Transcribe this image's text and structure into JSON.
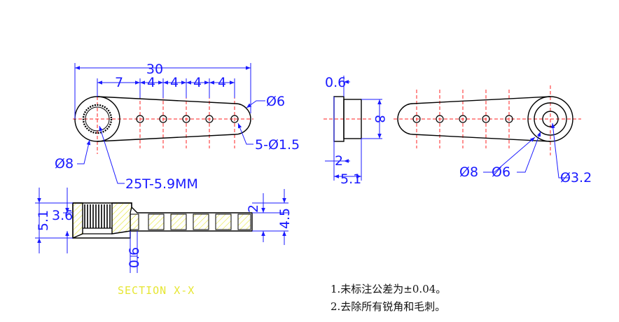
{
  "drawing": {
    "top_view": {
      "dims": {
        "overall_length": "30",
        "first_hole": "7",
        "pitch_1": "4",
        "pitch_2": "4",
        "pitch_3": "4",
        "pitch_4": "4",
        "tip_dia": "Ø6",
        "holes": "5-Ø1.5",
        "hub_dia": "Ø8",
        "spline": "25T-5.9MM"
      }
    },
    "side_view": {
      "dims": {
        "flange": "0.6",
        "height": "8",
        "slot": "2",
        "width": "5.1"
      }
    },
    "bottom_view": {
      "dims": {
        "hub_dia": "Ø8",
        "tip_dia": "Ø6",
        "bore": "Ø3.2"
      }
    },
    "section_view": {
      "label": "SECTION X-X",
      "dims": {
        "total_height": "5.1",
        "hub_step": "3.6",
        "arm_thk_a": "2",
        "arm_thk_b": "4.5",
        "bottom": "0.6"
      }
    },
    "notes": [
      "1.未标注公差为±0.04。",
      "2.去除所有锐角和毛刺。"
    ],
    "colors": {
      "outline": "#000000",
      "dimension": "#1a1aff",
      "centerline": "#ff2020",
      "hatch": "#e6e633"
    }
  }
}
